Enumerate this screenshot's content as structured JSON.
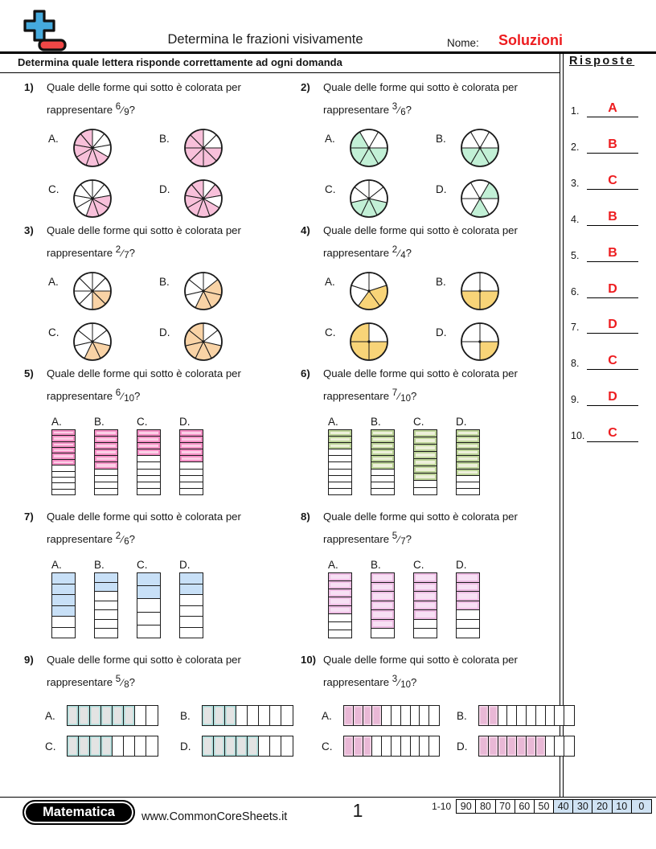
{
  "header": {
    "title": "Determina le frazioni visivamente",
    "name_label": "Nome:",
    "name_value": "Soluzioni",
    "instruction": "Determina quale lettera risponde correttamente ad ogni domanda"
  },
  "answers": {
    "title": "Risposte",
    "items": [
      {
        "num": "1.",
        "letter": "A"
      },
      {
        "num": "2.",
        "letter": "B"
      },
      {
        "num": "3.",
        "letter": "C"
      },
      {
        "num": "4.",
        "letter": "B"
      },
      {
        "num": "5.",
        "letter": "B"
      },
      {
        "num": "6.",
        "letter": "D"
      },
      {
        "num": "7.",
        "letter": "D"
      },
      {
        "num": "8.",
        "letter": "C"
      },
      {
        "num": "9.",
        "letter": "D"
      },
      {
        "num": "10.",
        "letter": "C"
      }
    ]
  },
  "shared_prompt": {
    "line1": "Quale delle forme qui sotto è colorata per",
    "line2_prefix": "rappresentare",
    "question_mark": "?"
  },
  "questions": [
    {
      "num": "1)",
      "numerator": "6",
      "denominator": "9",
      "type": "pie",
      "fill": "#f8c0da",
      "options": [
        {
          "label": "A.",
          "parts": 9,
          "shaded": [
            3,
            4,
            5,
            6,
            7,
            8
          ],
          "rot": 0
        },
        {
          "label": "B.",
          "parts": 8,
          "shaded": [
            2,
            3,
            4,
            5,
            6,
            7
          ],
          "rot": 0
        },
        {
          "label": "C.",
          "parts": 9,
          "shaded": [
            2,
            3,
            4
          ],
          "rot": 0
        },
        {
          "label": "D.",
          "parts": 9,
          "shaded": [
            1,
            3,
            4,
            5,
            6,
            7,
            8
          ],
          "rot": 0
        }
      ]
    },
    {
      "num": "2)",
      "numerator": "3",
      "denominator": "6",
      "type": "pie",
      "fill": "#c2f0d6",
      "options": [
        {
          "label": "A.",
          "parts": 6,
          "shaded": [
            1,
            2,
            3,
            4
          ],
          "rot": 30
        },
        {
          "label": "B.",
          "parts": 6,
          "shaded": [
            1,
            2,
            3
          ],
          "rot": 30
        },
        {
          "label": "C.",
          "parts": 7,
          "shaded": [
            2,
            3,
            4
          ],
          "rot": 0
        },
        {
          "label": "D.",
          "parts": 6,
          "shaded": [
            0,
            2
          ],
          "rot": 30
        }
      ]
    },
    {
      "num": "3)",
      "numerator": "2",
      "denominator": "7",
      "type": "pie",
      "fill": "#f9d3a6",
      "options": [
        {
          "label": "A.",
          "parts": 8,
          "shaded": [
            2,
            3
          ],
          "rot": 0
        },
        {
          "label": "B.",
          "parts": 7,
          "shaded": [
            1,
            2,
            3
          ],
          "rot": 0
        },
        {
          "label": "C.",
          "parts": 7,
          "shaded": [
            2,
            3
          ],
          "rot": 0
        },
        {
          "label": "D.",
          "parts": 7,
          "shaded": [
            2,
            3,
            4,
            5,
            6
          ],
          "rot": 0
        }
      ]
    },
    {
      "num": "4)",
      "numerator": "2",
      "denominator": "4",
      "type": "pie",
      "fill": "#f8d478",
      "options": [
        {
          "label": "A.",
          "parts": 5,
          "shaded": [
            1,
            2
          ],
          "rot": 0
        },
        {
          "label": "B.",
          "parts": 4,
          "shaded": [
            1,
            2
          ],
          "rot": 0
        },
        {
          "label": "C.",
          "parts": 4,
          "shaded": [
            1,
            2,
            3
          ],
          "rot": 0
        },
        {
          "label": "D.",
          "parts": 4,
          "shaded": [
            1
          ],
          "rot": 0
        }
      ]
    },
    {
      "num": "5)",
      "numerator": "6",
      "denominator": "10",
      "type": "vbar",
      "fill": "#fbd0e6",
      "edge": "#f48fc5",
      "options": [
        {
          "label": "A.",
          "cells": 11,
          "shaded": 6
        },
        {
          "label": "B.",
          "cells": 10,
          "shaded": 6
        },
        {
          "label": "C.",
          "cells": 10,
          "shaded": 4
        },
        {
          "label": "D.",
          "cells": 10,
          "shaded": 5
        }
      ]
    },
    {
      "num": "6)",
      "numerator": "7",
      "denominator": "10",
      "type": "vbar",
      "fill": "#edf0da",
      "edge": "#bcd398",
      "options": [
        {
          "label": "A.",
          "cells": 10,
          "shaded": 3
        },
        {
          "label": "B.",
          "cells": 10,
          "shaded": 6
        },
        {
          "label": "C.",
          "cells": 9,
          "shaded": 7
        },
        {
          "label": "D.",
          "cells": 10,
          "shaded": 7
        }
      ]
    },
    {
      "num": "7)",
      "numerator": "2",
      "denominator": "6",
      "type": "vbar",
      "fill": "#c8e0f7",
      "edge": "#c8e0f7",
      "options": [
        {
          "label": "A.",
          "cells": 6,
          "shaded": 4
        },
        {
          "label": "B.",
          "cells": 7,
          "shaded": 2
        },
        {
          "label": "C.",
          "cells": 5,
          "shaded": 2
        },
        {
          "label": "D.",
          "cells": 6,
          "shaded": 2
        }
      ]
    },
    {
      "num": "8)",
      "numerator": "5",
      "denominator": "7",
      "type": "vbar",
      "fill": "#f7e0f4",
      "edge": "#eebce4",
      "options": [
        {
          "label": "A.",
          "cells": 8,
          "shaded": 5
        },
        {
          "label": "B.",
          "cells": 7,
          "shaded": 6
        },
        {
          "label": "C.",
          "cells": 7,
          "shaded": 5
        },
        {
          "label": "D.",
          "cells": 7,
          "shaded": 4
        }
      ]
    },
    {
      "num": "9)",
      "numerator": "5",
      "denominator": "8",
      "type": "hbar",
      "fill": "#e3e3e3",
      "edge": "#a9dcda",
      "strip_width": 112,
      "options": [
        {
          "label": "A.",
          "cells": 8,
          "shaded": 6
        },
        {
          "label": "B.",
          "cells": 8,
          "shaded": 3
        },
        {
          "label": "C.",
          "cells": 8,
          "shaded": 4
        },
        {
          "label": "D.",
          "cells": 8,
          "shaded": 5
        }
      ]
    },
    {
      "num": "10)",
      "numerator": "3",
      "denominator": "10",
      "type": "hbar",
      "fill": "#e9b8d6",
      "edge": "#f5d7e9",
      "strip_width": 118,
      "options": [
        {
          "label": "A.",
          "cells": 10,
          "shaded": 4
        },
        {
          "label": "B.",
          "cells": 10,
          "shaded": 2
        },
        {
          "label": "C.",
          "cells": 10,
          "shaded": 3
        },
        {
          "label": "D.",
          "cells": 10,
          "shaded": 7
        }
      ]
    }
  ],
  "footer": {
    "subject": "Matematica",
    "site": "www.CommonCoreSheets.it",
    "page": "1",
    "range_label": "1-10",
    "scores": [
      "90",
      "80",
      "70",
      "60",
      "50",
      "40",
      "30",
      "20",
      "10",
      "0"
    ],
    "highlight_from_index": 5
  },
  "colors": {
    "answer_red": "#ed1c1f",
    "logo_plus_blue": "#45aadd",
    "logo_minus_red": "#ef4746",
    "score_highlight_blue": "#cfe2f3",
    "line_black": "#000000"
  }
}
